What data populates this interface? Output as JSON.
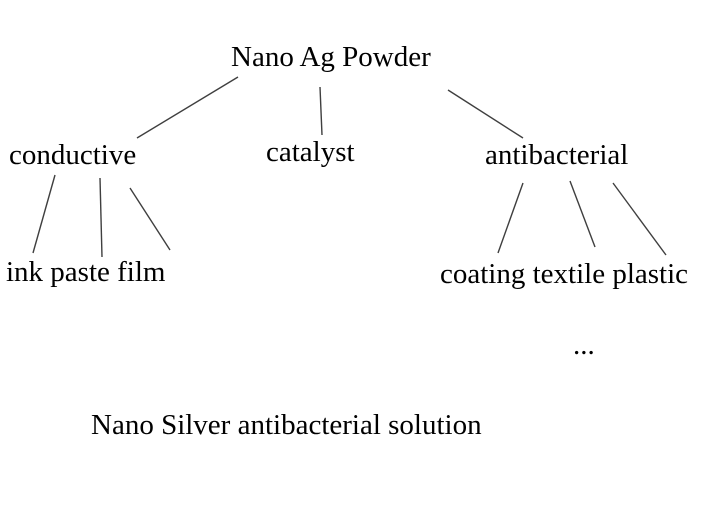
{
  "diagram": {
    "nodes": {
      "root": {
        "label": "Nano Ag Powder"
      },
      "conductive": {
        "label": "conductive"
      },
      "catalyst": {
        "label": "catalyst"
      },
      "antibacterial": {
        "label": "antibacterial"
      },
      "conductive_children": {
        "label": "ink paste film"
      },
      "antibacterial_children": {
        "label": "coating textile plastic"
      },
      "ellipsis": {
        "label": "..."
      },
      "caption": {
        "label": "Nano Silver antibacterial solution"
      }
    },
    "edges": [
      {
        "from": "root",
        "to": "conductive"
      },
      {
        "from": "root",
        "to": "catalyst"
      },
      {
        "from": "root",
        "to": "antibacterial"
      },
      {
        "from": "conductive",
        "to": "ink"
      },
      {
        "from": "conductive",
        "to": "paste"
      },
      {
        "from": "conductive",
        "to": "film"
      },
      {
        "from": "antibacterial",
        "to": "coating"
      },
      {
        "from": "antibacterial",
        "to": "textile"
      },
      {
        "from": "antibacterial",
        "to": "plastic"
      }
    ]
  },
  "colors": {
    "background": "#ffffff",
    "text": "#000000",
    "line": "#3f3f3f"
  }
}
